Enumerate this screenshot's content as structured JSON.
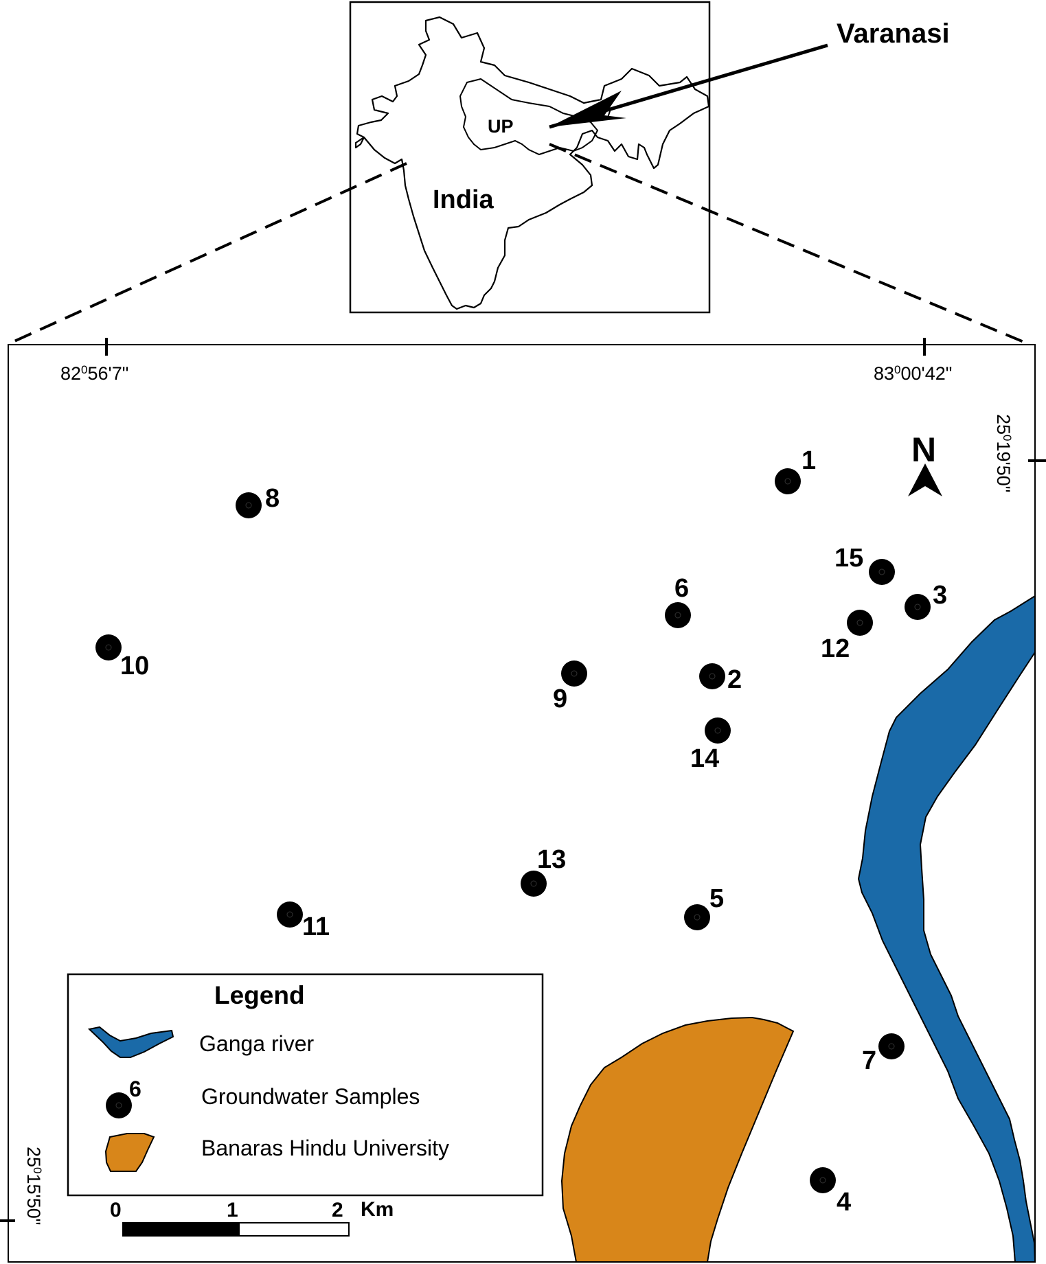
{
  "inset": {
    "city_label": "Varanasi",
    "state_label": "UP",
    "country_label": "India"
  },
  "coordinates": {
    "lon_left": "82°56'7\"",
    "lon_right": "83°00'42\"",
    "lat_top": "25°19'50\"",
    "lat_bottom": "25°15'50\"",
    "lon_left_parts": {
      "deg": "82",
      "sup": "0",
      "rest": "56'7\""
    },
    "lon_right_parts": {
      "deg": "83",
      "sup": "0",
      "rest": "00'42\""
    },
    "lat_top_parts": {
      "deg": "25",
      "sup": "0",
      "rest": "19'50\""
    },
    "lat_bottom_parts": {
      "deg": "25",
      "sup": "0",
      "rest": "15'50\""
    }
  },
  "north_arrow": {
    "label": "N"
  },
  "samples": [
    {
      "id": "1",
      "label": "1"
    },
    {
      "id": "2",
      "label": "2"
    },
    {
      "id": "3",
      "label": "3"
    },
    {
      "id": "4",
      "label": "4"
    },
    {
      "id": "5",
      "label": "5"
    },
    {
      "id": "6",
      "label": "6"
    },
    {
      "id": "7",
      "label": "7"
    },
    {
      "id": "8",
      "label": "8"
    },
    {
      "id": "9",
      "label": "9"
    },
    {
      "id": "10",
      "label": "10"
    },
    {
      "id": "11",
      "label": "11"
    },
    {
      "id": "12",
      "label": "12"
    },
    {
      "id": "13",
      "label": "13"
    },
    {
      "id": "14",
      "label": "14"
    },
    {
      "id": "15",
      "label": "15"
    }
  ],
  "legend": {
    "title": "Legend",
    "items": [
      {
        "label": "Ganga river"
      },
      {
        "label": "Groundwater Samples",
        "symbol_label": "6"
      },
      {
        "label": "Banaras Hindu University"
      }
    ]
  },
  "scale_bar": {
    "ticks": [
      "0",
      "1",
      "2"
    ],
    "unit": "Km"
  },
  "colors": {
    "river": "#1a6aa8",
    "university": "#d8861a",
    "sample": "#000000"
  }
}
